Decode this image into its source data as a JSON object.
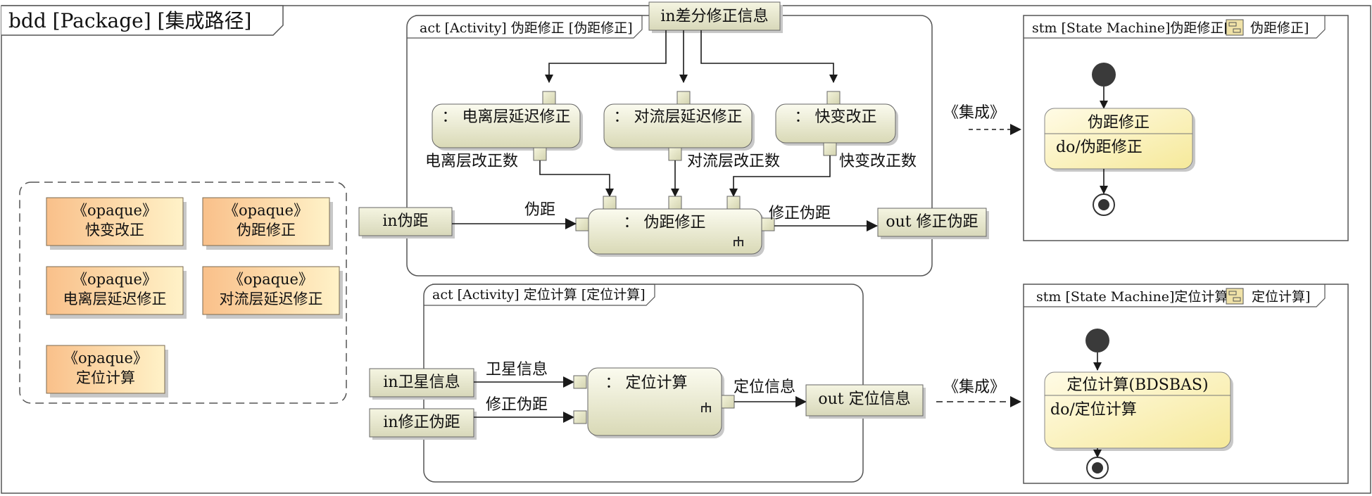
{
  "package": {
    "title": "bdd [Package] [集成路径]"
  },
  "opaque_blocks": [
    {
      "stereotype": "《opaque》",
      "name": "快变改正"
    },
    {
      "stereotype": "《opaque》",
      "name": "伪距修正"
    },
    {
      "stereotype": "《opaque》",
      "name": "电离层延迟修正"
    },
    {
      "stereotype": "《opaque》",
      "name": "对流层延迟修正"
    },
    {
      "stereotype": "《opaque》",
      "name": "定位计算"
    }
  ],
  "activity_pseudorange": {
    "frame_title": "act [Activity] 伪距修正  [伪距修正]",
    "input_diff": "in差分修正信息",
    "actions": {
      "ionosphere": "：  电离层延迟修正",
      "troposphere": "：  对流层延迟修正",
      "fast": "：  快变改正",
      "main": "：  伪距修正"
    },
    "flow_labels": {
      "ionosphere_out": "电离层改正数",
      "troposphere_out": "对流层改正数",
      "fast_out": "快变改正数",
      "pseudorange": "伪距",
      "corrected": "修正伪距"
    },
    "input_pseudorange": "in伪距",
    "output": "out 修正伪距"
  },
  "activity_position": {
    "frame_title": "act [Activity] 定位计算 [定位计算]",
    "input_satellite": "in卫星信息",
    "input_corrected": "in修正伪距",
    "action": "：  定位计算",
    "flow_labels": {
      "satellite": "卫星信息",
      "corrected": "修正伪距",
      "position": "定位信息"
    },
    "output": "out 定位信息"
  },
  "integration_label": "《集成》",
  "stm_pseudorange": {
    "frame_title_prefix": "stm [State Machine]伪距修正[",
    "frame_title_suffix": "伪距修正]",
    "state_name": "伪距修正",
    "state_do": "do/伪距修正"
  },
  "stm_position": {
    "frame_title_prefix": "stm [State Machine]定位计算[",
    "frame_title_suffix": "定位计算]",
    "state_name": "定位计算(BDSBAS)",
    "state_do": "do/定位计算"
  },
  "colors": {
    "action_fill_top": "#fbfbef",
    "action_fill_bottom": "#dcdcbc",
    "opaque_fill_left": "#f9c48e",
    "opaque_fill_right": "#fff1c6",
    "state_fill_top": "#fff8d6",
    "state_fill_bottom": "#f8eca0",
    "stroke": "#555555"
  }
}
